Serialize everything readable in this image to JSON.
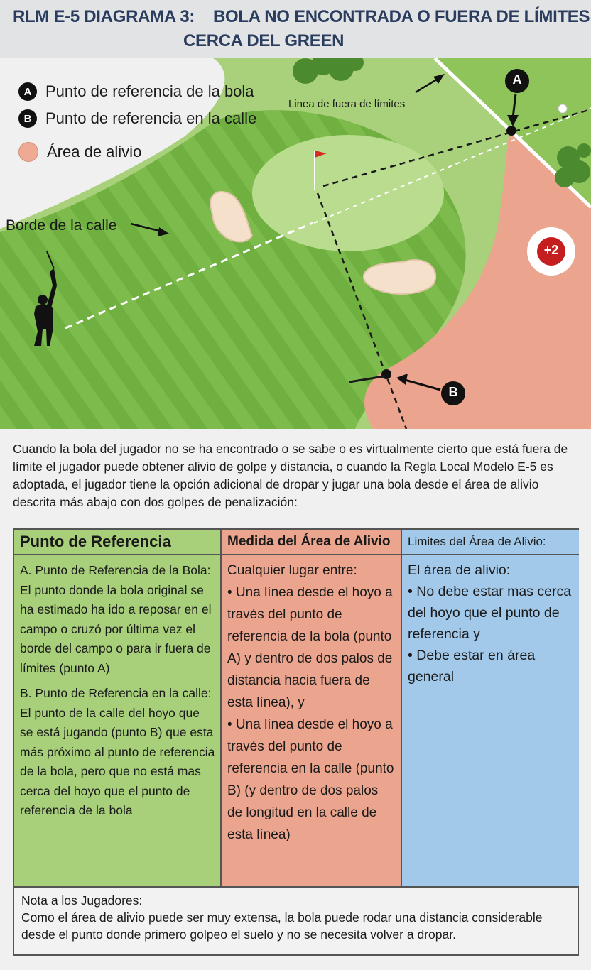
{
  "title": {
    "code": "RLM E-5 DIAGRAMA 3:",
    "line1": "BOLA NO ENCONTRADA O FUERA DE LÍMITES",
    "line2": "CERCA DEL GREEN"
  },
  "legend": {
    "a_badge": "A",
    "a_label": "Punto de referencia de la bola",
    "b_badge": "B",
    "b_label": "Punto de referencia en la calle",
    "area_label": "Área de alivio"
  },
  "diagram": {
    "ob_line_label": "Linea de fuera de límites",
    "fairway_edge_label": "Borde de la calle",
    "point_a": "A",
    "point_b": "B",
    "penalty": "+2"
  },
  "intro": "Cuando la bola del jugador no se ha encontrado o se sabe o es virtualmente cierto que está fuera de límite el jugador puede obtener alivio de golpe y distancia, o cuando la Regla Local Modelo E-5 es adoptada, el jugador tiene la opción adicional de dropar y jugar una bola desde el área de alivio descrita más abajo con dos golpes de penalización:",
  "table": {
    "col1": {
      "header": "Punto de Referencia",
      "a": "A. Punto de Referencia de la Bola: El punto donde la bola original se ha estimado ha ido a reposar en el campo o cruzó por última vez el borde del campo o para ir fuera de límites (punto A)",
      "b": "B. Punto de Referencia en la calle: El punto de la calle del hoyo que se está jugando (punto B) que esta más próximo al punto de referencia de la bola, pero que no está mas cerca del hoyo que el punto de referencia de la bola"
    },
    "col2": {
      "header": "Medida del Área de Alivio",
      "intro": "Cualquier lugar entre:",
      "item1": "• Una línea desde el hoyo a través del punto de referencia de la bola (punto A) y dentro de dos palos de distancia hacia fuera de esta línea), y",
      "item2": "• Una línea desde el hoyo a través del punto de referencia en la calle (punto B) (y dentro de dos palos de longitud en la calle de esta línea)"
    },
    "col3": {
      "header": "Limites del Área de Alivio:",
      "intro": "El área de alivio:",
      "item1": "•  No debe estar mas cerca del hoyo que el punto de referencia y",
      "item2": "• Debe estar en área general"
    },
    "note_title": "Nota a los Jugadores:",
    "note_text": "Como el área de alivio puede ser muy extensa, la bola puede rodar una distancia considerable desde el punto donde primero golpeo el suelo y no se necesita volver a dropar."
  },
  "colors": {
    "title": "#2b3d5e",
    "rough": "#8fc45b",
    "fairway": "#79b84a",
    "green": "#b4d98a",
    "relief": "#eba58e",
    "bunker": "#f5e0cc",
    "col1": "#a8cf7a",
    "col2": "#eba58e",
    "col3": "#a3c9ea"
  }
}
